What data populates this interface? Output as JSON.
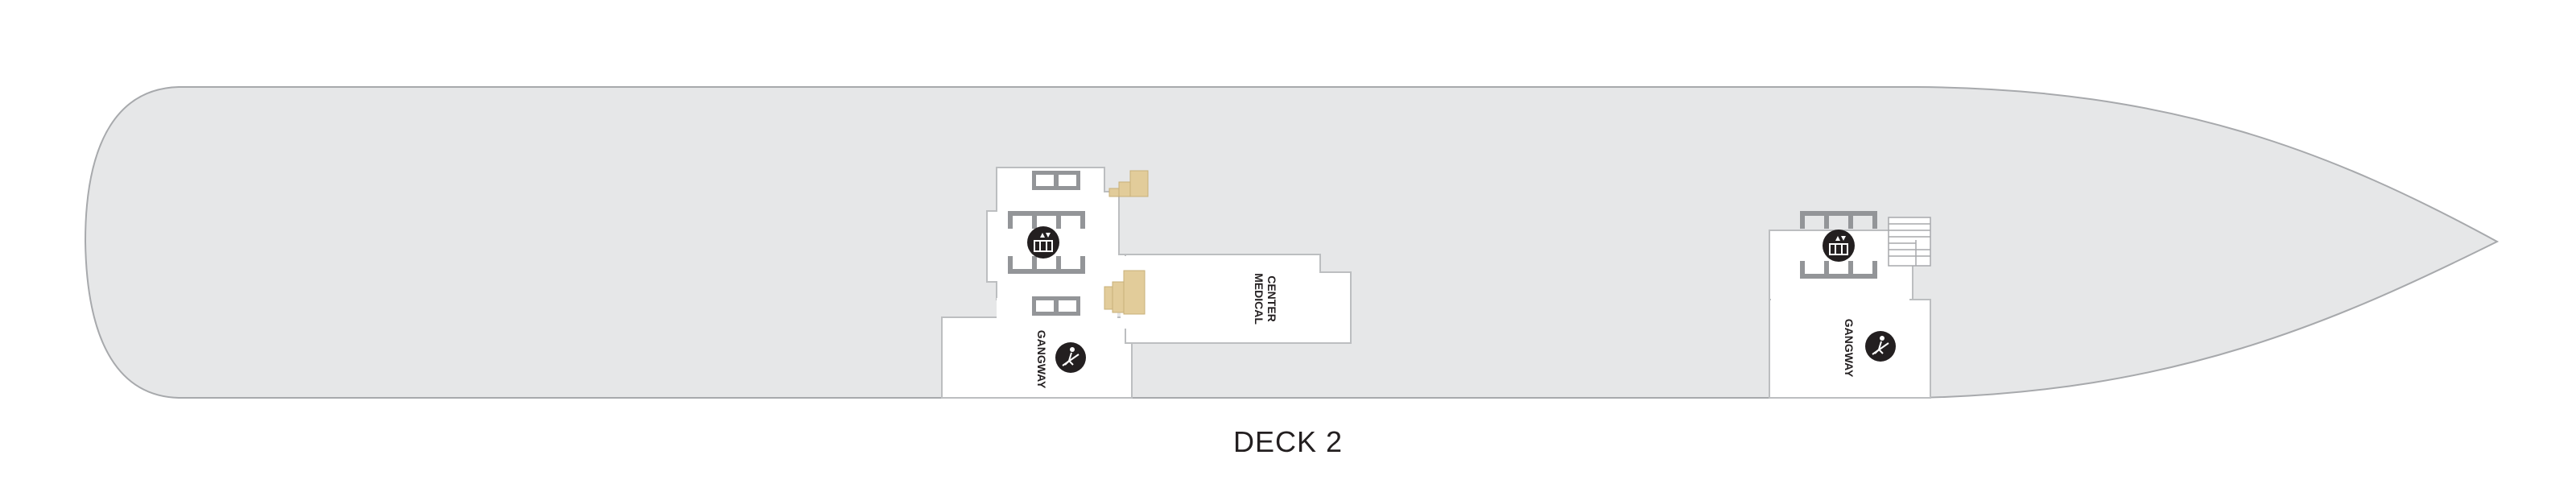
{
  "deck": {
    "title": "DECK 2"
  },
  "colors": {
    "hull_fill": "#e6e7e8",
    "hull_stroke": "#a7a9ac",
    "room_fill": "#ffffff",
    "room_stroke": "#bcbec0",
    "elevator_fill": "#939598",
    "stair_fill": "#e2cc9a",
    "icon_fill": "#231f20"
  },
  "labels": {
    "medical_center_line1": "MEDICAL",
    "medical_center_line2": "CENTER",
    "gangway_aft": "GANGWAY",
    "gangway_forward": "GANGWAY"
  },
  "icons": {
    "elevator_aft": "elevator-icon",
    "gangway_aft": "gangway-icon",
    "elevator_forward": "elevator-icon",
    "gangway_forward": "gangway-icon"
  }
}
